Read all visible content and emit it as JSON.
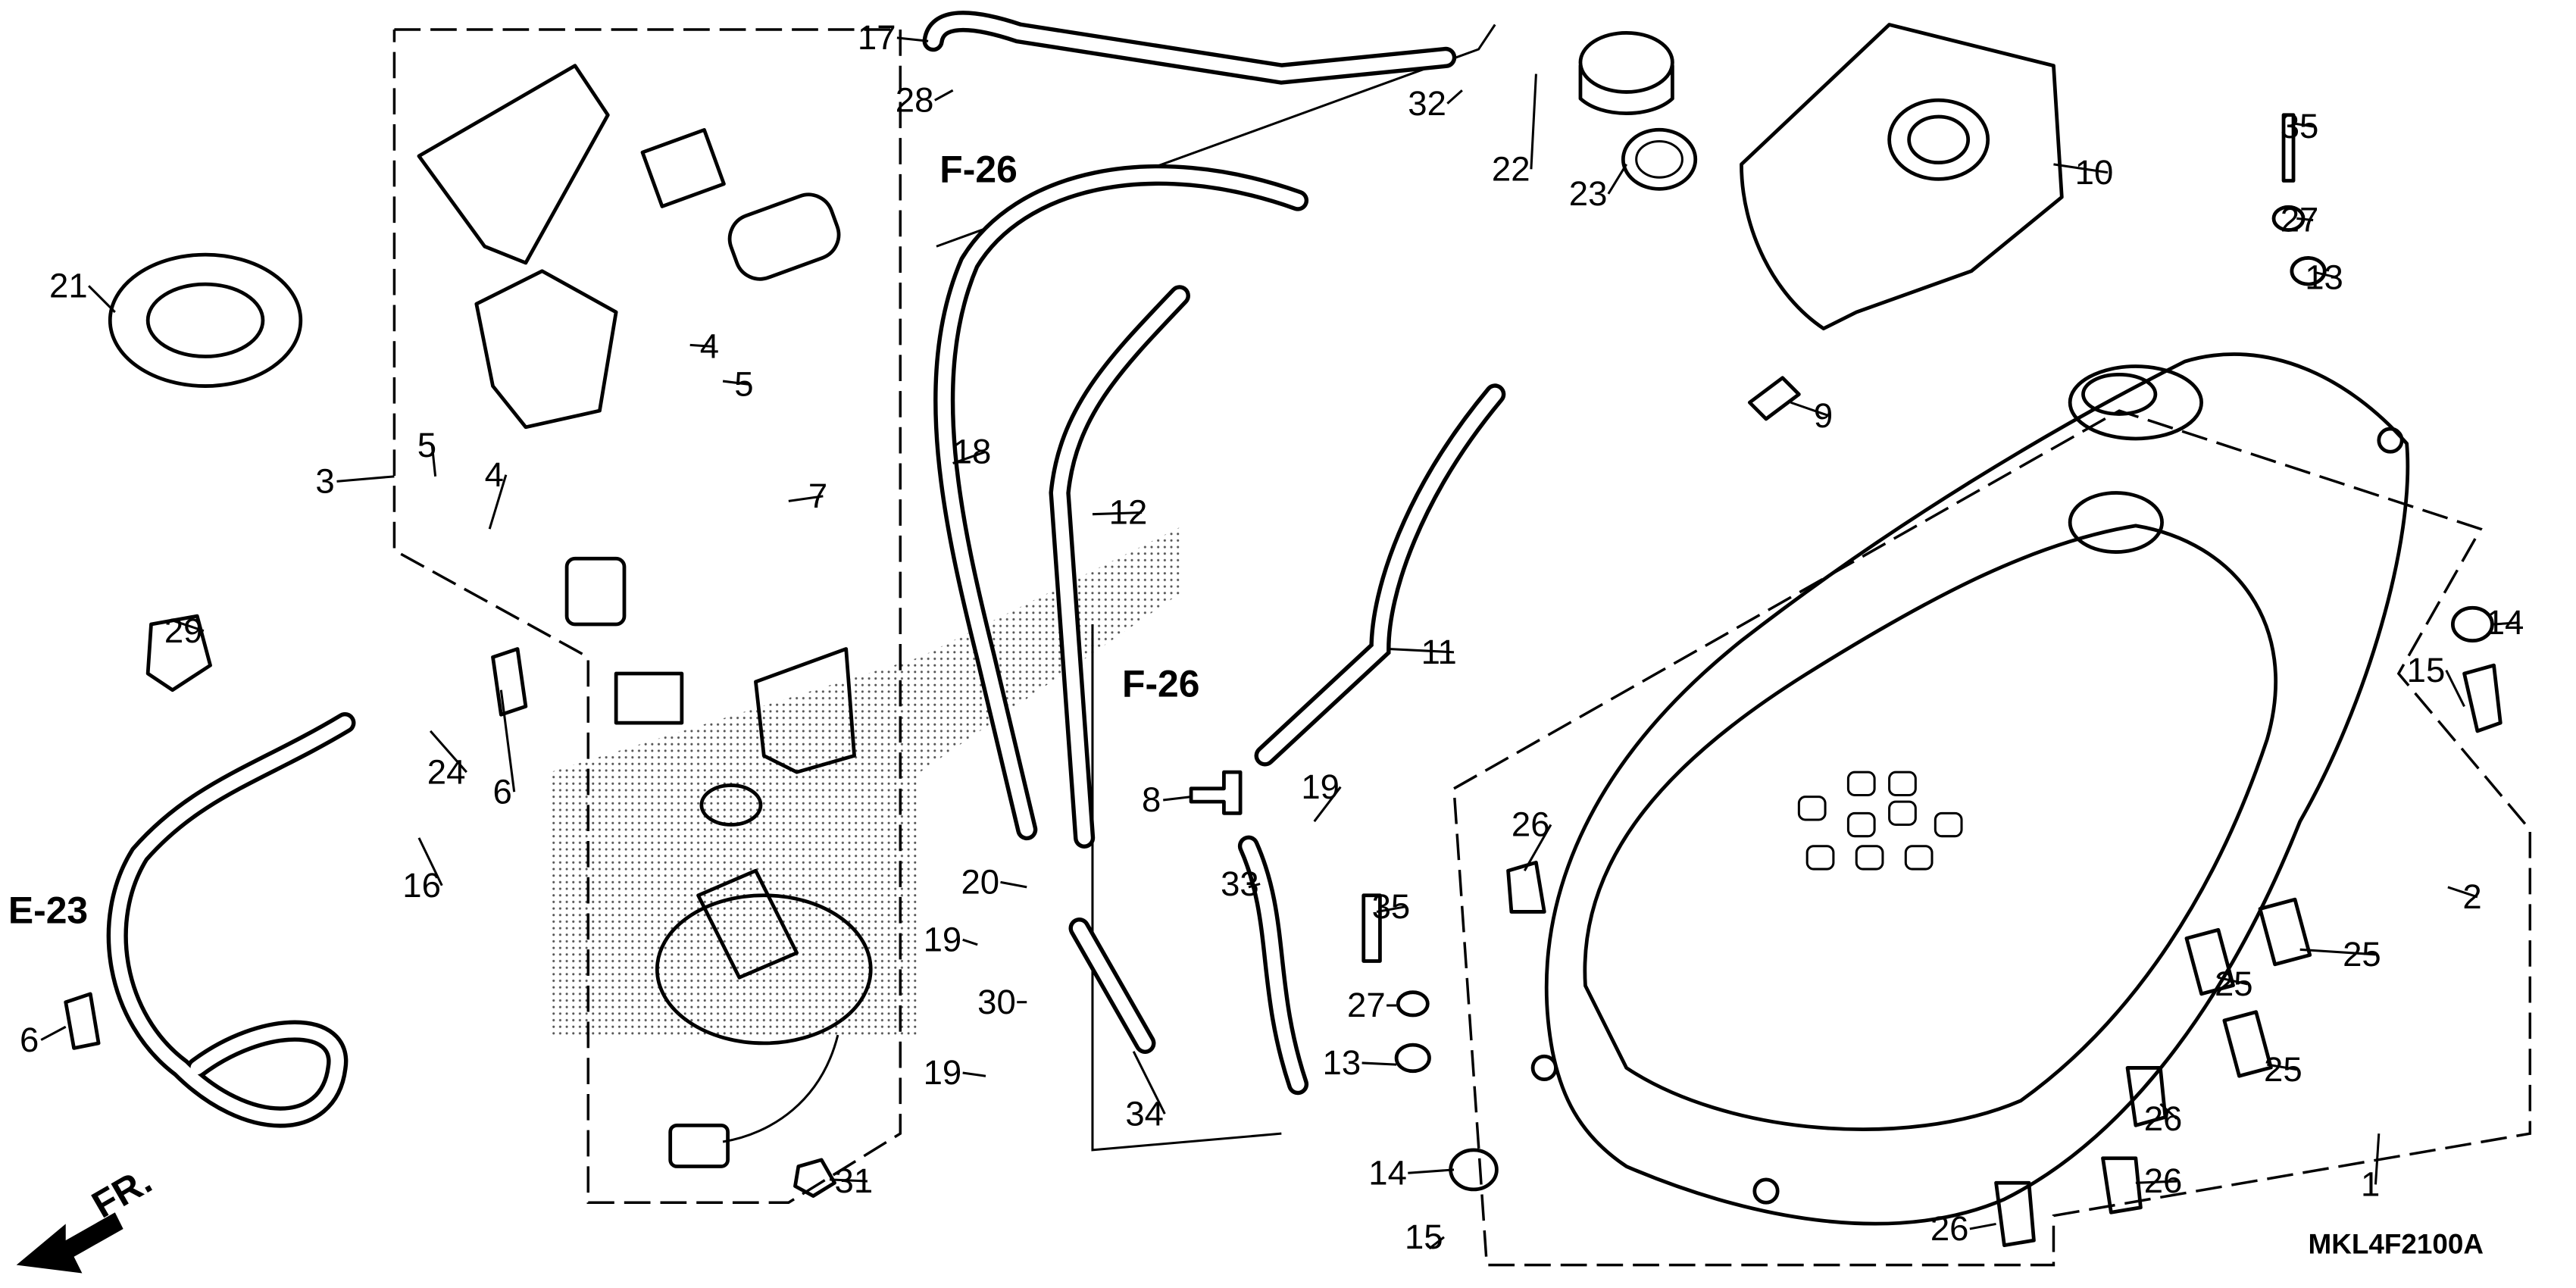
{
  "diagram_code": "MKL4F2100A",
  "front_marker": "FR.",
  "references": [
    "F-26",
    "F-26",
    "E-23"
  ],
  "callouts": [
    "17",
    "28",
    "32",
    "22",
    "23",
    "10",
    "35",
    "27",
    "13",
    "21",
    "4",
    "5",
    "3",
    "5",
    "4",
    "7",
    "18",
    "12",
    "9",
    "14",
    "15",
    "11",
    "29",
    "24",
    "6",
    "16",
    "8",
    "19",
    "26",
    "20",
    "33",
    "35",
    "2",
    "25",
    "25",
    "25",
    "19",
    "30",
    "27",
    "13",
    "19",
    "34",
    "26",
    "26",
    "1",
    "14",
    "31",
    "26",
    "6",
    "15"
  ]
}
